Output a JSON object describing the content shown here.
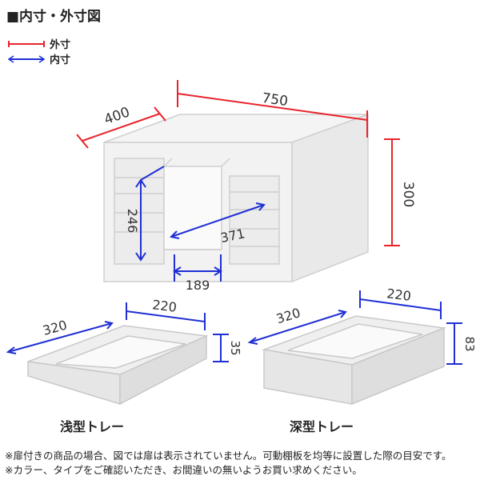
{
  "title": "■内寸・外寸図",
  "legend": {
    "outer_label": "外寸",
    "inner_label": "内寸",
    "outer_color": "#e8242b",
    "inner_color": "#1f2fd4"
  },
  "cabinet": {
    "width": "750",
    "depth": "400",
    "height": "300",
    "inner_height": "246",
    "inner_depth": "371",
    "inner_width": "189"
  },
  "trays": {
    "shallow": {
      "caption": "浅型トレー",
      "depth": "320",
      "width": "220",
      "height": "35"
    },
    "deep": {
      "caption": "深型トレー",
      "depth": "320",
      "width": "220",
      "height": "83"
    }
  },
  "notes": [
    "※扉付きの商品の場合、図では扉は表示されていません。可動棚板を均等に設置した際の目安です。",
    "※カラー、タイプをご確認いただき、お間違いの無いようお買い求めください。"
  ]
}
